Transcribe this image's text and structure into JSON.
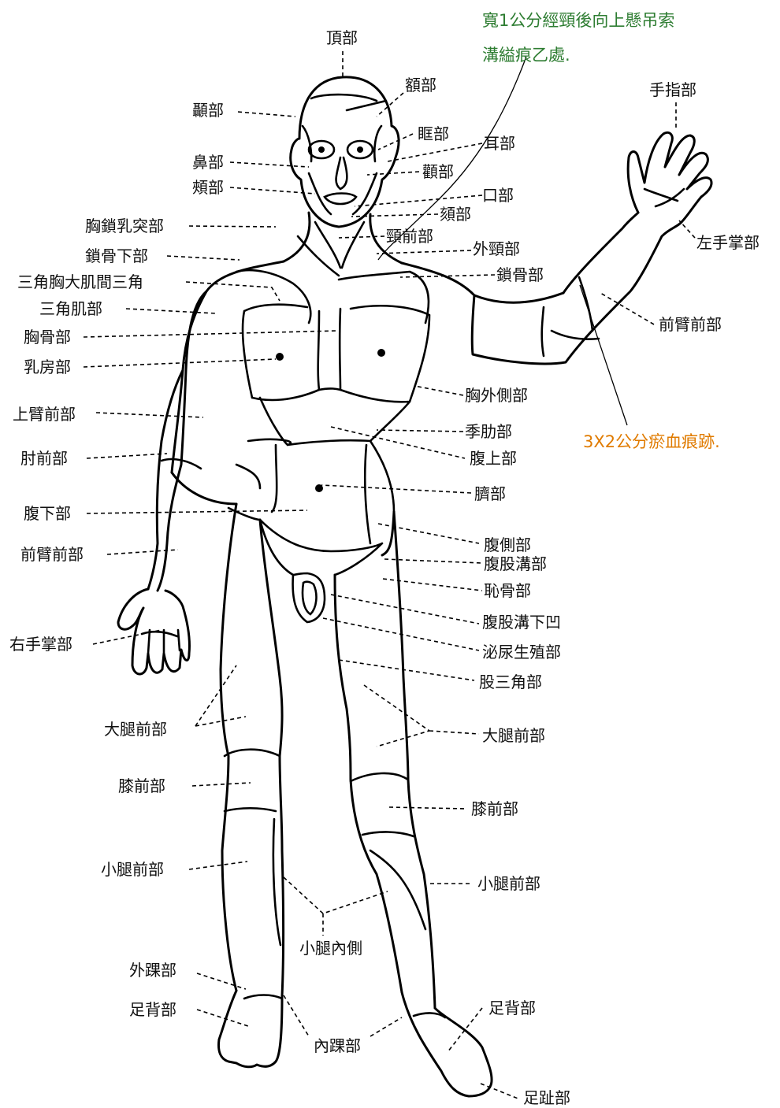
{
  "notes": {
    "neck": {
      "line1": "寬1公分經頸後向上懸吊索",
      "line2": "溝縊痕乙處.",
      "color": "#2e7d32"
    },
    "forearm": {
      "text": "3X2公分瘀血痕跡.",
      "color": "#e07b00"
    }
  },
  "labels": {
    "top": "頂部",
    "forehead": "額部",
    "temporal": "顳部",
    "orbital": "眶部",
    "ear": "耳部",
    "nose": "鼻部",
    "zygomatic": "顴部",
    "cheek": "頰部",
    "mouth": "口部",
    "chin": "頦部",
    "scm": "胸鎖乳突部",
    "anterior_neck": "頸前部",
    "lateral_neck": "外頸部",
    "infraclavicular": "鎖骨下部",
    "clavicle": "鎖骨部",
    "deltopectoral": "三角胸大肌間三角",
    "deltoid": "三角肌部",
    "sternum": "胸骨部",
    "breast": "乳房部",
    "lateral_chest": "胸外側部",
    "upper_arm_front": "上臂前部",
    "hypochondriac": "季肋部",
    "epigastric": "腹上部",
    "elbow_front": "肘前部",
    "umbilical": "臍部",
    "hypogastric": "腹下部",
    "forearm_front_right": "前臂前部",
    "lateral_abdomen": "腹側部",
    "inguinal": "腹股溝部",
    "pubic": "恥骨部",
    "right_palm": "右手掌部",
    "inguinal_fossa": "腹股溝下凹",
    "urogenital": "泌尿生殖部",
    "femoral_triangle": "股三角部",
    "thigh_front_right": "大腿前部",
    "thigh_front_left": "大腿前部",
    "knee_front_right": "膝前部",
    "knee_front_left": "膝前部",
    "leg_front_right": "小腿前部",
    "leg_front_left": "小腿前部",
    "medial_leg": "小腿內側",
    "lateral_malleolus": "外踝部",
    "foot_dorsum_right": "足背部",
    "medial_malleolus": "內踝部",
    "foot_dorsum_left": "足背部",
    "toes": "足趾部",
    "fingers": "手指部",
    "left_palm": "左手掌部",
    "forearm_front_left": "前臂前部"
  }
}
